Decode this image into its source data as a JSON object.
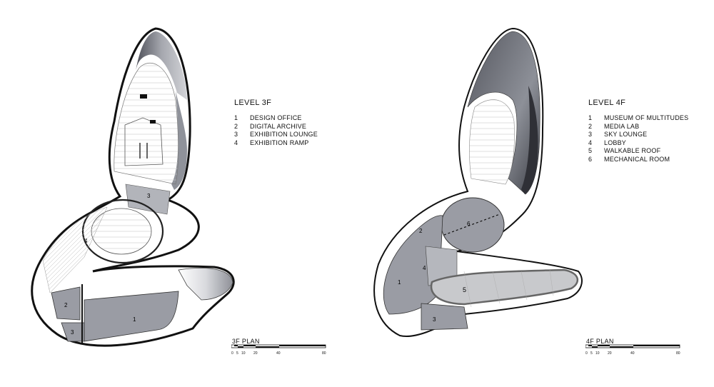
{
  "left_plan": {
    "legend_title": "LEVEL 3F",
    "legend": [
      {
        "num": "1",
        "label": "DESIGN OFFICE"
      },
      {
        "num": "2",
        "label": "DIGITAL ARCHIVE"
      },
      {
        "num": "3",
        "label": "EXHIBITION LOUNGE"
      },
      {
        "num": "4",
        "label": "EXHIBITION RAMP"
      }
    ],
    "plan_label": "3F PLAN",
    "room_labels": [
      "1",
      "2",
      "3",
      "3",
      "4"
    ],
    "scale_ticks": [
      "0",
      "5",
      "10",
      "20",
      "40",
      "80"
    ]
  },
  "right_plan": {
    "legend_title": "LEVEL 4F",
    "legend": [
      {
        "num": "1",
        "label": "MUSEUM OF MULTITUDES"
      },
      {
        "num": "2",
        "label": "MEDIA LAB"
      },
      {
        "num": "3",
        "label": "SKY LOUNGE"
      },
      {
        "num": "4",
        "label": "LOBBY"
      },
      {
        "num": "5",
        "label": "WALKABLE ROOF"
      },
      {
        "num": "6",
        "label": "MECHANICAL ROOM"
      }
    ],
    "plan_label": "4F PLAN",
    "room_labels": [
      "1",
      "2",
      "3",
      "4",
      "5",
      "6"
    ],
    "scale_ticks": [
      "0",
      "5",
      "10",
      "20",
      "40",
      "80"
    ]
  },
  "colors": {
    "room_fill": "#9a9ca4",
    "shell_dark": "#5e606a",
    "shell_mid": "#9fa2aa",
    "roof_fill": "#c8c9cc"
  }
}
